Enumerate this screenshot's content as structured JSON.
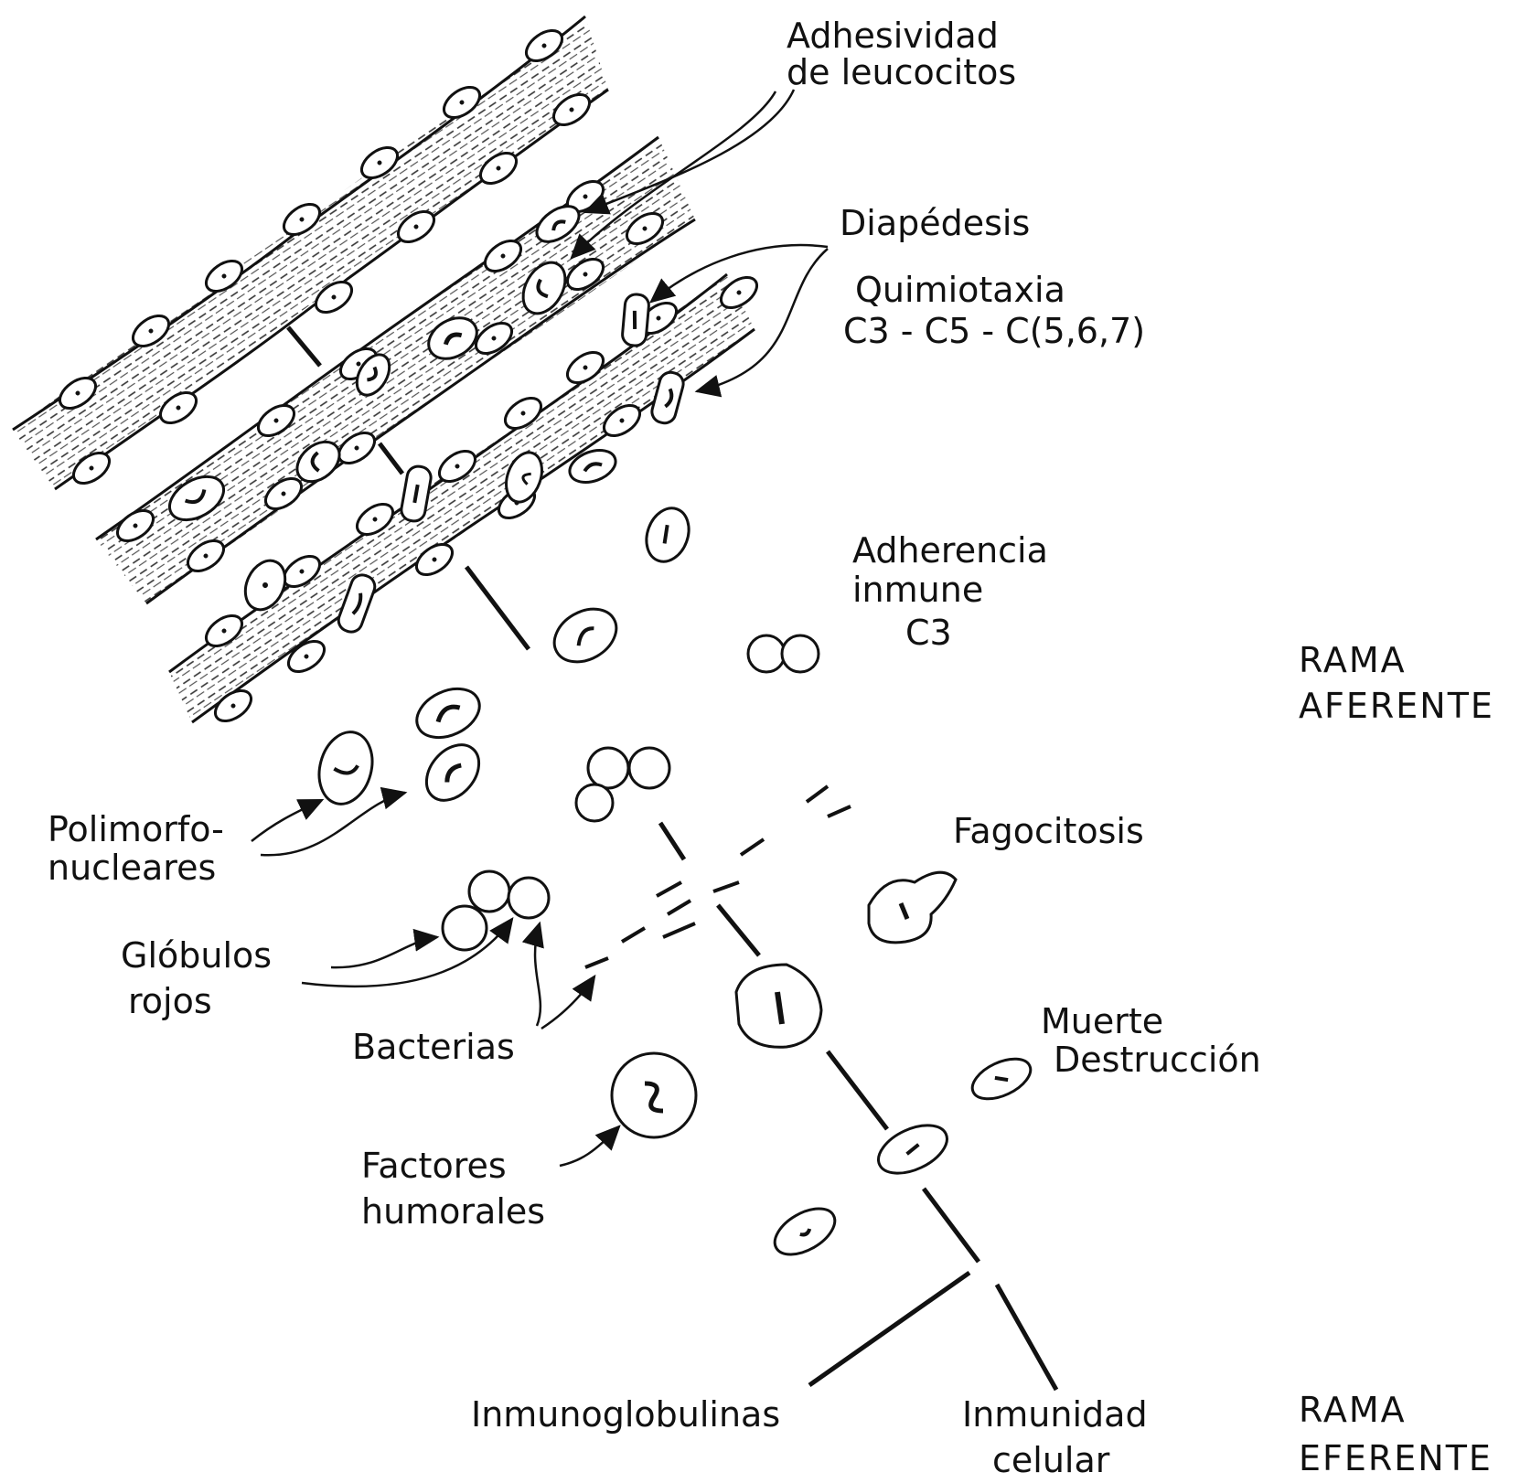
{
  "colors": {
    "ink": "#111111",
    "background": "#ffffff"
  },
  "labels": {
    "adhesividad_1": "Adhesividad",
    "adhesividad_2": "de leucocitos",
    "diapedesis": "Diapédesis",
    "quimiotaxia_1": "Quimiotaxia",
    "quimiotaxia_2": "C3 - C5 - C(5,6,7)",
    "adherencia_1": "Adherencia",
    "adherencia_2": "inmune",
    "adherencia_3": "C3",
    "rama_aferente_1": "RAMA",
    "rama_aferente_2": "AFERENTE",
    "polimorfo_1": "Polimorfo-",
    "polimorfo_2": "nucleares",
    "fagocitosis": "Fagocitosis",
    "globulos_1": "Glóbulos",
    "globulos_2": "rojos",
    "bacterias": "Bacterias",
    "muerte_1": "Muerte",
    "muerte_2": "Destrucción",
    "factores_1": "Factores",
    "factores_2": "humorales",
    "inmunoglobulinas": "Inmunoglobulinas",
    "inmunidad_1": "Inmunidad",
    "inmunidad_2": "celular",
    "rama_eferente_1": "RAMA",
    "rama_eferente_2": "EFERENTE"
  }
}
